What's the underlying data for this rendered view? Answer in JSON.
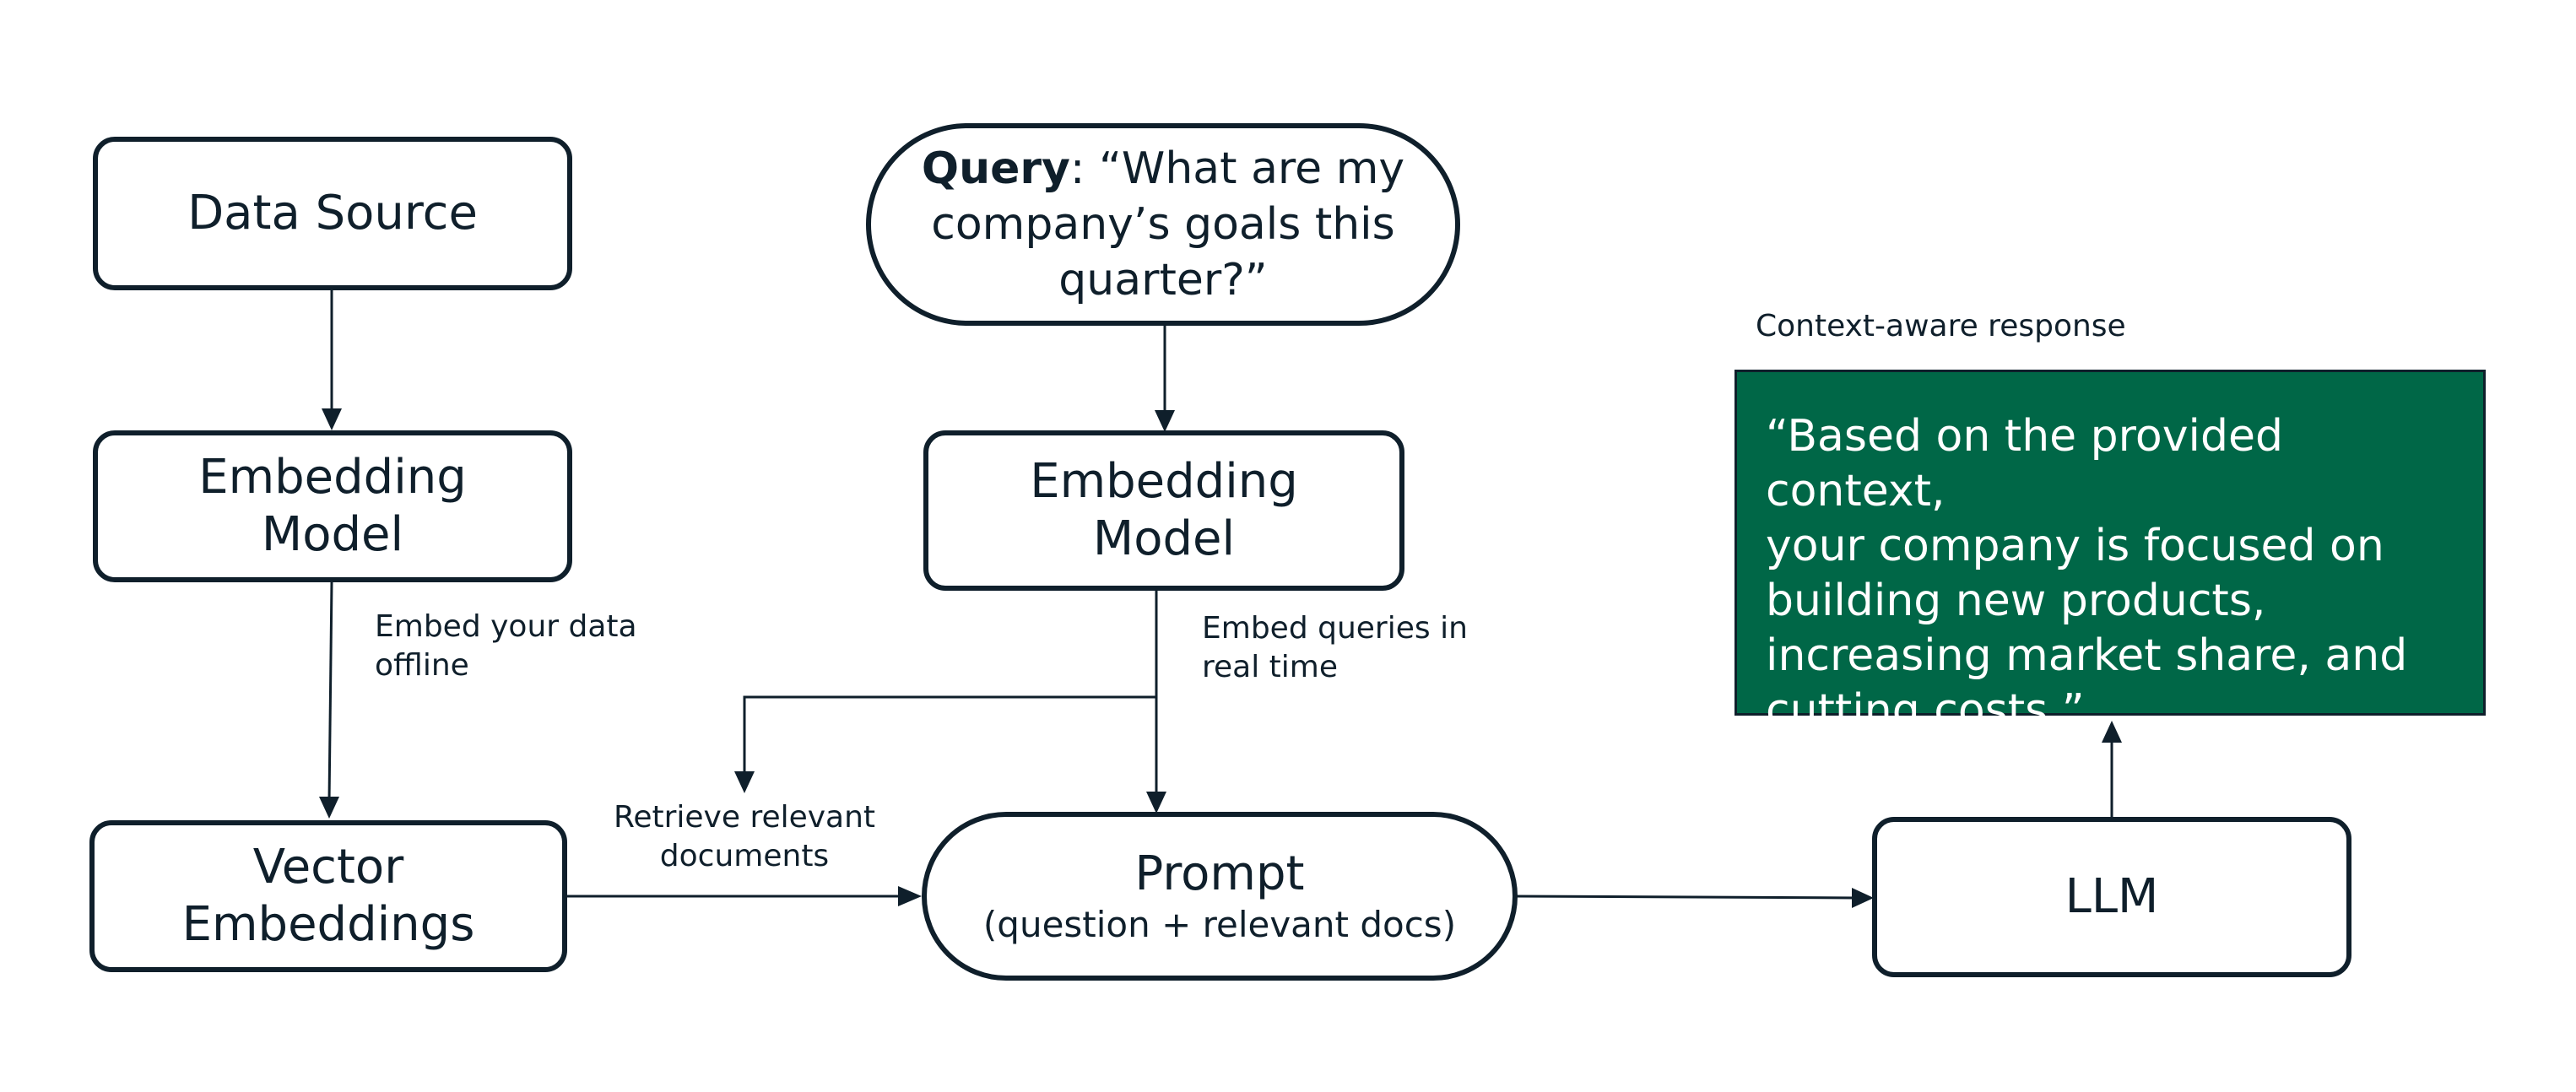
{
  "nodes": {
    "data_source": "Data Source",
    "embedding_model_left": {
      "line1": "Embedding",
      "line2": "Model"
    },
    "vector_embeddings": {
      "line1": "Vector",
      "line2": "Embeddings"
    },
    "query": {
      "bold": "Query",
      "rest_line1": ": “What are my",
      "line2": "company’s goals this",
      "line3": "quarter?”"
    },
    "embedding_model_right": {
      "line1": "Embedding",
      "line2": "Model"
    },
    "prompt": {
      "title": "Prompt",
      "subtitle": "(question + relevant docs)"
    },
    "llm": "LLM"
  },
  "annotations": {
    "embed_offline": {
      "line1": "Embed your data",
      "line2": "offline"
    },
    "embed_realtime": {
      "line1": "Embed queries in",
      "line2": "real time"
    },
    "retrieve": {
      "line1": "Retrieve relevant",
      "line2": "documents"
    },
    "context_aware": "Context-aware response"
  },
  "response": {
    "line1": "“Based on the provided context,",
    "line2": "your company is focused on",
    "line3": "building new products,",
    "line4": "increasing market share, and",
    "line5": "cutting costs.”"
  },
  "colors": {
    "ink": "#0f1f2b",
    "response_fill": "#006747",
    "response_text": "#ffffff"
  }
}
